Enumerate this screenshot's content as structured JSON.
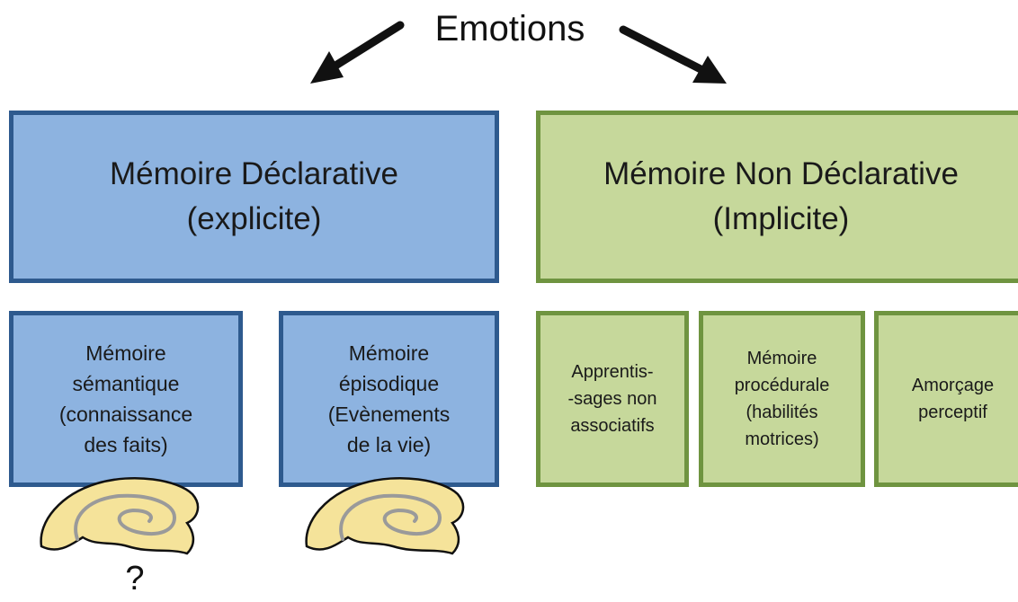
{
  "title": "Emotions",
  "declarative": {
    "line1": "Mémoire Déclarative",
    "line2": "(explicite)",
    "semantic": [
      "Mémoire",
      "sémantique",
      "(connaissance",
      "des faits)"
    ],
    "episodic": [
      "Mémoire",
      "épisodique",
      "(Evènements",
      "de la vie)"
    ]
  },
  "non_declarative": {
    "line1": "Mémoire Non Déclarative",
    "line2": "(Implicite)",
    "non_associative": [
      "Apprentis-",
      "-sages non",
      "associatifs"
    ],
    "procedural": [
      "Mémoire",
      "procédurale",
      "(habilités",
      "motrices)"
    ],
    "priming": [
      "Amorçage",
      "perceptif"
    ]
  },
  "question_mark": "?",
  "colors": {
    "blue_fill": "#8db3e0",
    "blue_border": "#2e5a8e",
    "green_fill": "#c6d89b",
    "green_border": "#6f9440",
    "hippocampus_fill": "#f5e39a",
    "hippocampus_line": "#9a9a9a"
  },
  "icons": [
    "arrow-left-down",
    "arrow-right-down",
    "hippocampus",
    "hippocampus"
  ]
}
